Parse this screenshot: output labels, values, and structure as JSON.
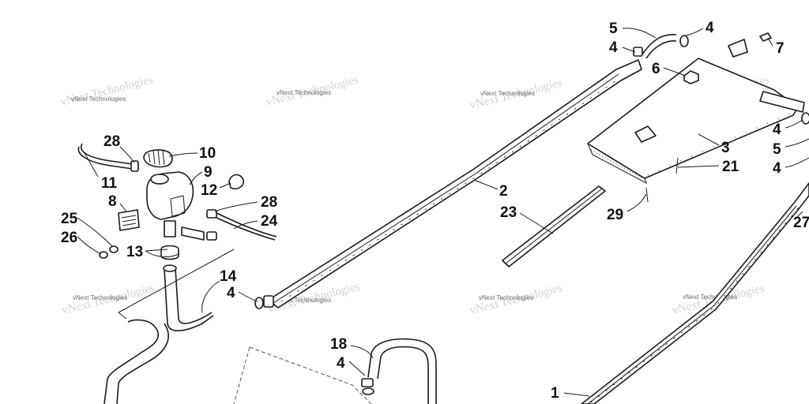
{
  "watermark": {
    "text": "vNext Technologies"
  },
  "callouts": [
    {
      "id": "c1",
      "label": "1"
    },
    {
      "id": "c2",
      "label": "2"
    },
    {
      "id": "c3",
      "label": "3"
    },
    {
      "id": "c4a",
      "label": "4"
    },
    {
      "id": "c4b",
      "label": "4"
    },
    {
      "id": "c4c",
      "label": "4"
    },
    {
      "id": "c4d",
      "label": "4"
    },
    {
      "id": "c4e",
      "label": "4"
    },
    {
      "id": "c4f",
      "label": "4"
    },
    {
      "id": "c5a",
      "label": "5"
    },
    {
      "id": "c5b",
      "label": "5"
    },
    {
      "id": "c6",
      "label": "6"
    },
    {
      "id": "c7",
      "label": "7"
    },
    {
      "id": "c8",
      "label": "8"
    },
    {
      "id": "c9",
      "label": "9"
    },
    {
      "id": "c10",
      "label": "10"
    },
    {
      "id": "c11",
      "label": "11"
    },
    {
      "id": "c12",
      "label": "12"
    },
    {
      "id": "c13",
      "label": "13"
    },
    {
      "id": "c14",
      "label": "14"
    },
    {
      "id": "c18",
      "label": "18"
    },
    {
      "id": "c21",
      "label": "21"
    },
    {
      "id": "c23",
      "label": "23"
    },
    {
      "id": "c24",
      "label": "24"
    },
    {
      "id": "c25",
      "label": "25"
    },
    {
      "id": "c26",
      "label": "26"
    },
    {
      "id": "c27",
      "label": "27"
    },
    {
      "id": "c28a",
      "label": "28"
    },
    {
      "id": "c28b",
      "label": "28"
    },
    {
      "id": "c29",
      "label": "29"
    }
  ]
}
